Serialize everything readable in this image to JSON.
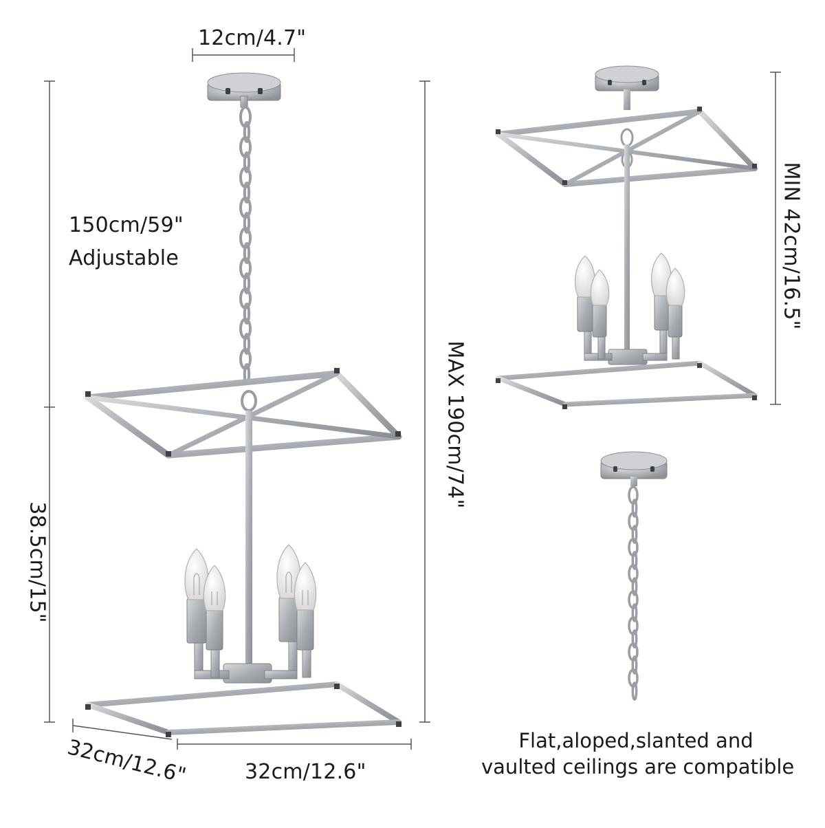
{
  "dimensions": {
    "canopy_width": "12cm/4.7\"",
    "chain_length": "150cm/59\"",
    "chain_adjustable": "Adjustable",
    "max_height": "MAX 190cm/74\"",
    "cage_height": "38.5cm/15\"",
    "depth": "32cm/12.6\"",
    "width": "32cm/12.6\"",
    "min_height": "MIN 42cm/16.5\""
  },
  "note": {
    "line1": "Flat,aloped,slanted and",
    "line2": "vaulted ceilings are compatible"
  },
  "colors": {
    "metal": "#b9bcbf",
    "metal_dark": "#8e9296",
    "bulb": "#f4f4f4",
    "dimension_line": "#555555",
    "background": "#ffffff"
  }
}
